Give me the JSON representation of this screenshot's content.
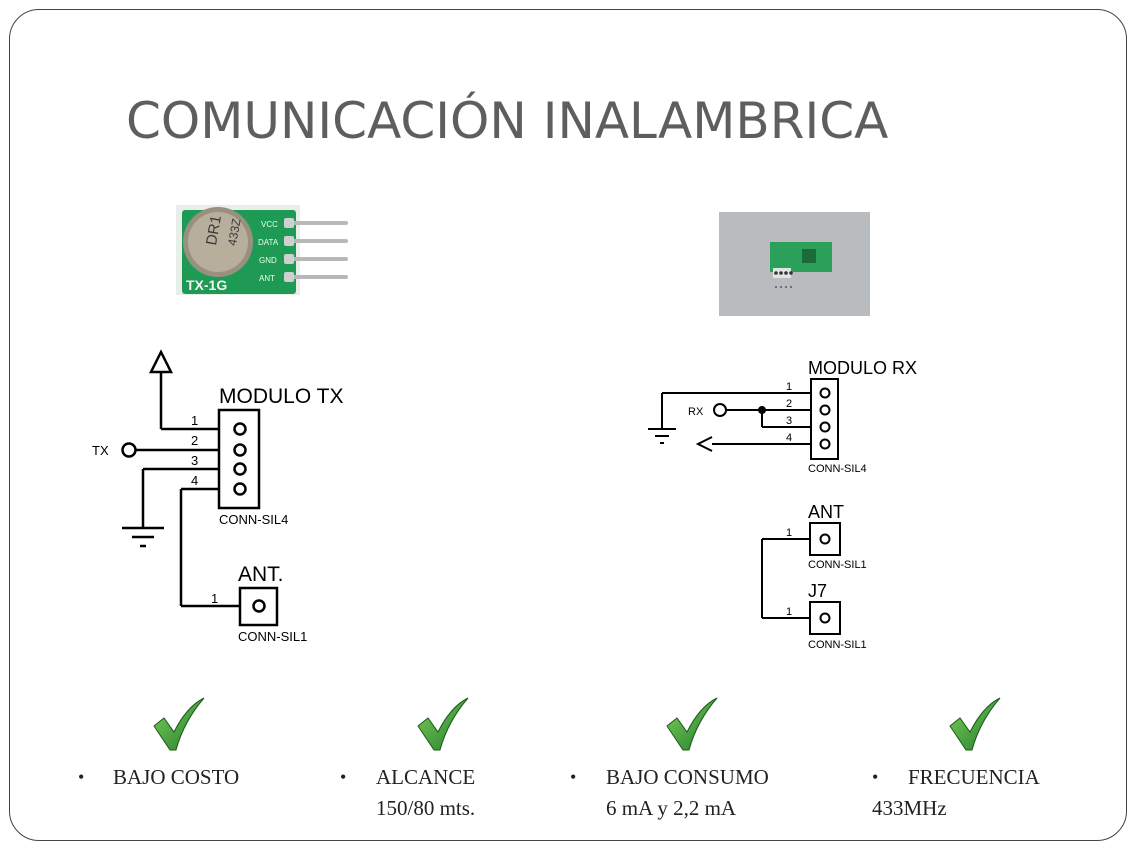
{
  "slide": {
    "title": "COMUNICACIÓN INALAMBRICA"
  },
  "photos": {
    "tx_module_label": "TX-1G",
    "tx_can_text_1": "DR1",
    "tx_can_text_2": "433Z",
    "tx_pin_labels": [
      "VCC",
      "DATA",
      "GND",
      "ANT"
    ]
  },
  "tx_schematic": {
    "module_label": "MODULO TX",
    "connector_label": "CONN-SIL4",
    "pins": [
      "1",
      "2",
      "3",
      "4"
    ],
    "signal_label": "TX",
    "antenna_label": "ANT.",
    "antenna_pin": "1",
    "antenna_connector": "CONN-SIL1"
  },
  "rx_schematic": {
    "module_label": "MODULO RX",
    "connector_label": "CONN-SIL4",
    "pins": [
      "1",
      "2",
      "3",
      "4"
    ],
    "signal_label": "RX",
    "antenna_label": "ANT",
    "antenna_pin": "1",
    "antenna_connector": "CONN-SIL1",
    "j7_label": "J7",
    "j7_pin": "1",
    "j7_connector": "CONN-SIL1"
  },
  "features": [
    {
      "line1": "BAJO COSTO",
      "line2": ""
    },
    {
      "line1": "ALCANCE",
      "line2": "150/80 mts."
    },
    {
      "line1": "BAJO CONSUMO",
      "line2": "6 mA y 2,2 mA"
    },
    {
      "line1": "FRECUENCIA",
      "line2": "433MHz"
    }
  ],
  "colors": {
    "title": "#5e5e5e",
    "pcb_green": "#1f9a55",
    "check_green": "#3aa63a"
  }
}
